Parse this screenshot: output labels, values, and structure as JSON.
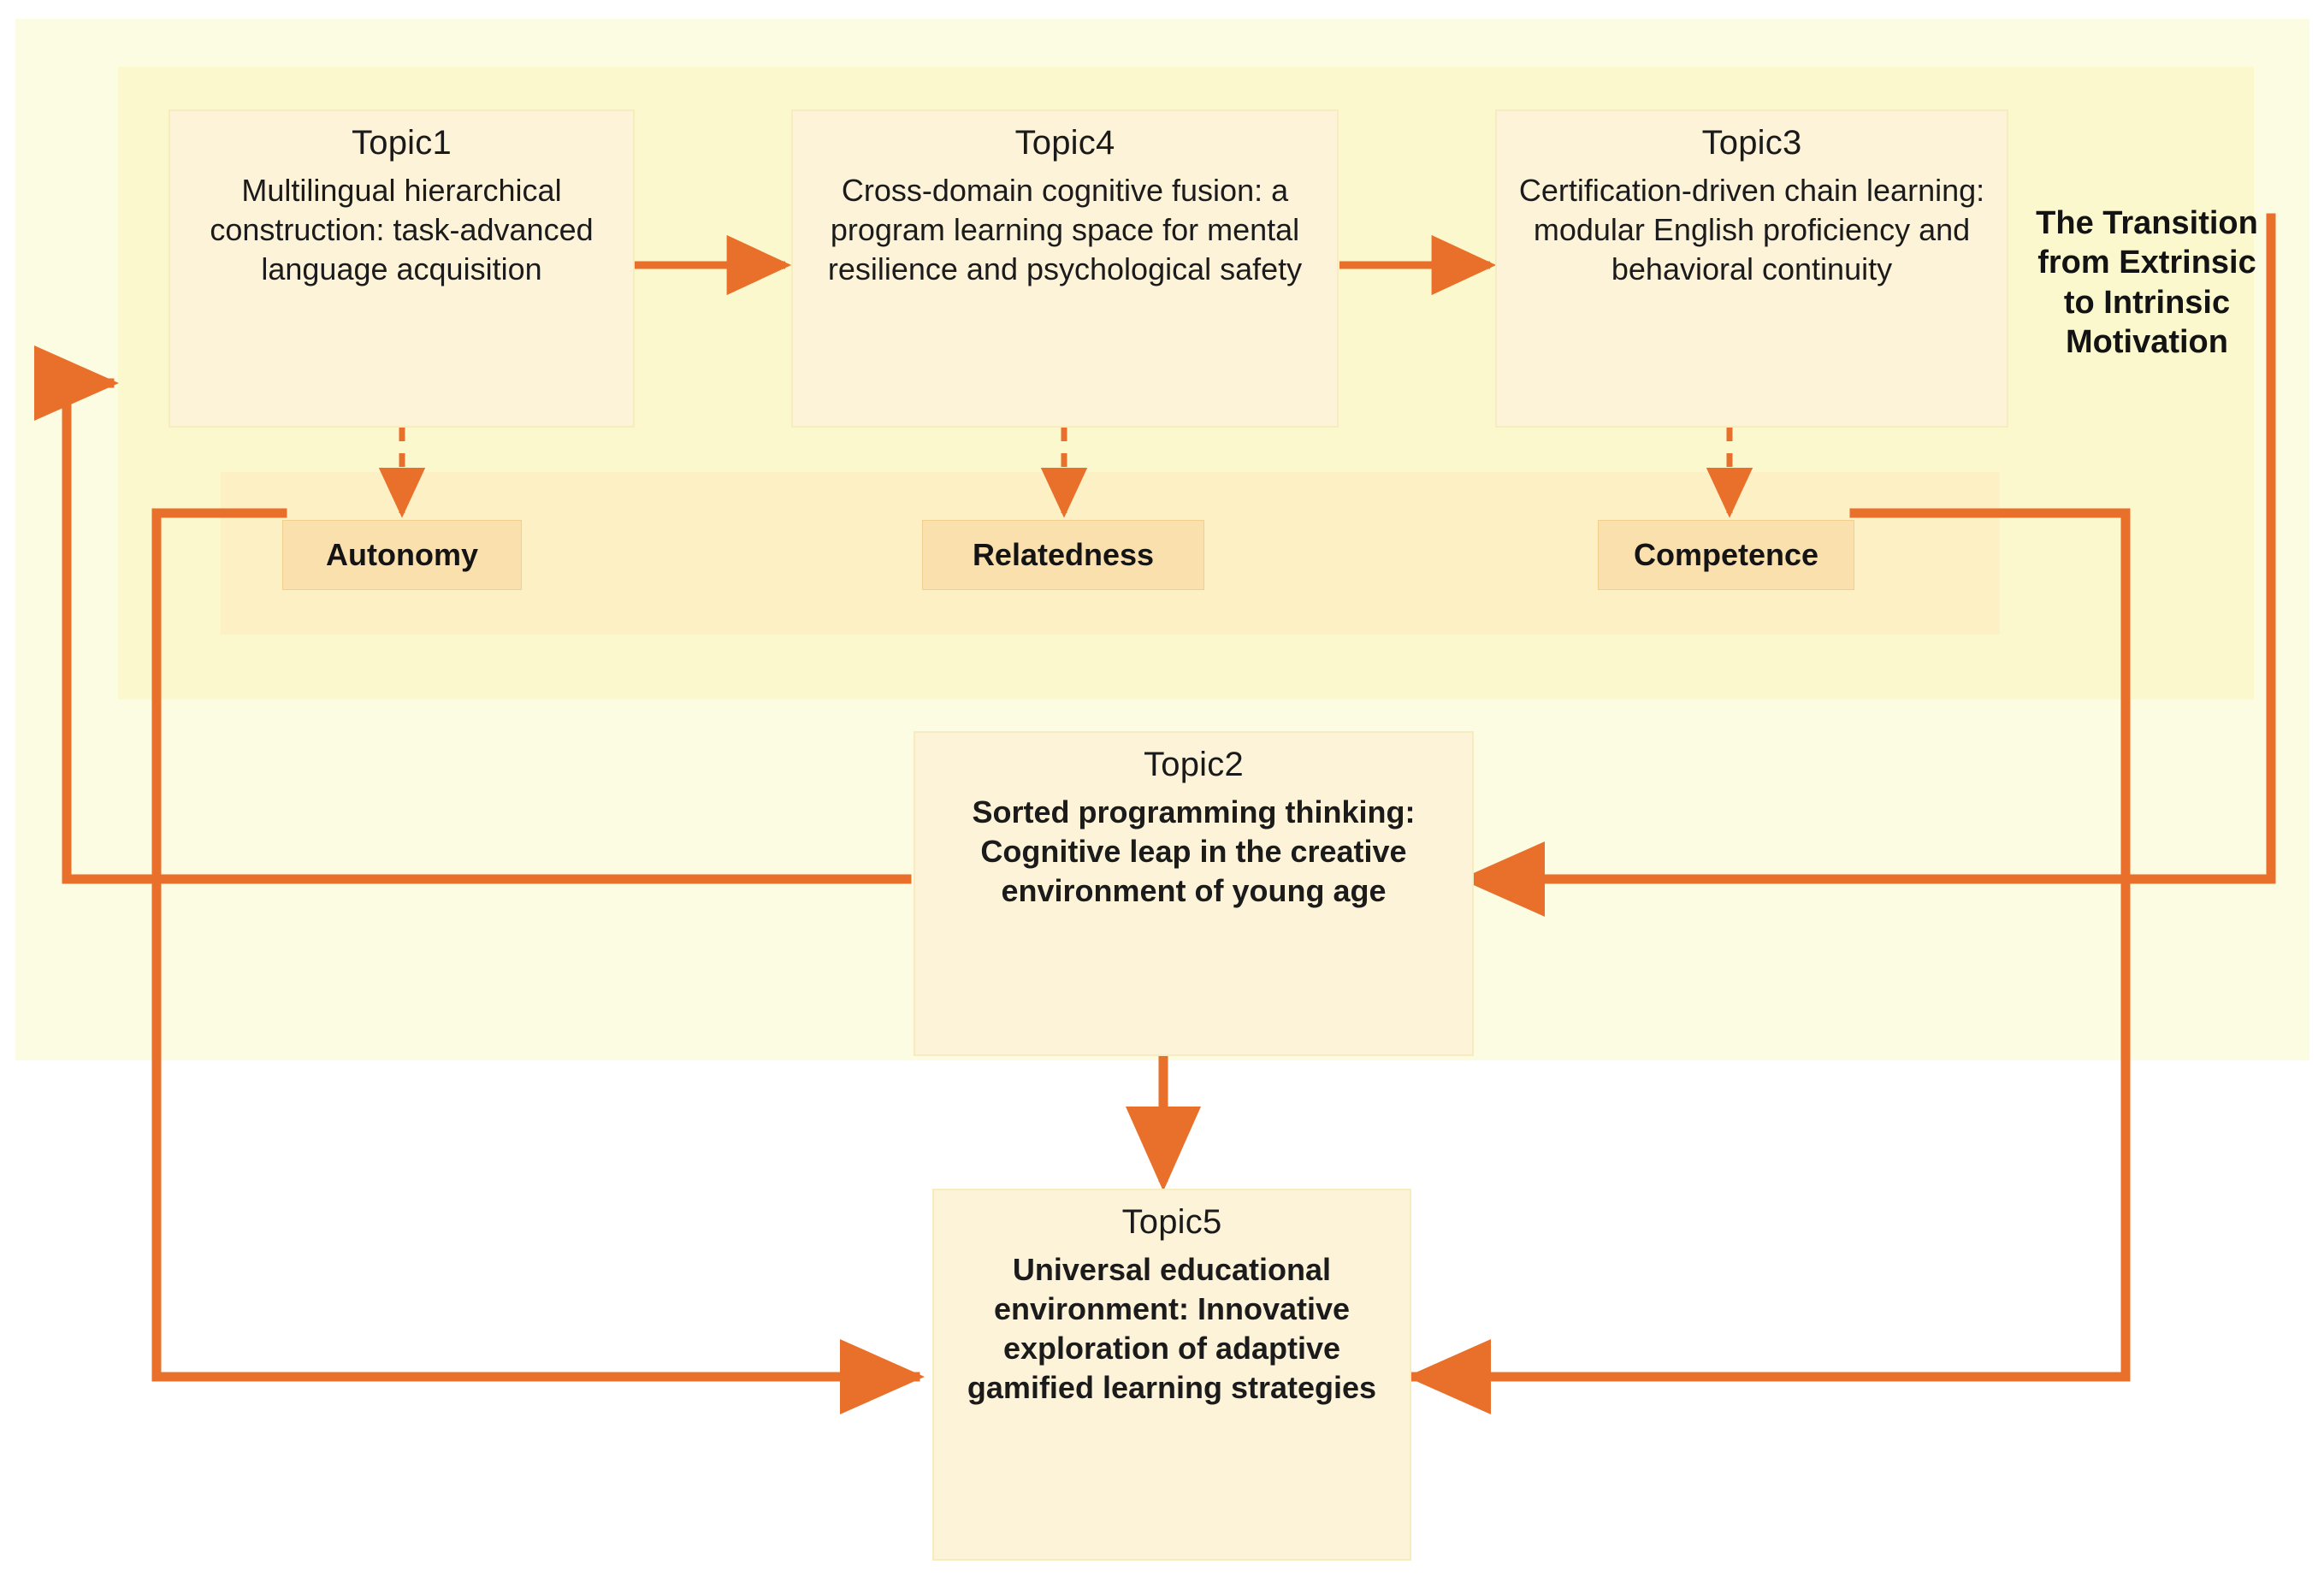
{
  "diagram": {
    "title_label": "The Transition from Extrinsic to Intrinsic Motivation",
    "accent_color": "#e8702a",
    "panel_outer_color": "#fcfce2",
    "panel_inner_color": "#fbf8ce",
    "panel_needs_color": "#fcf0c4",
    "node_fill_color": "#fdf3d8",
    "need_fill_color": "#fae0ad"
  },
  "nodes": {
    "topic1": {
      "title": "Topic1",
      "body": "Multilingual hierarchical construction: task-advanced language acquisition"
    },
    "topic4": {
      "title": "Topic4",
      "body": "Cross-domain cognitive fusion: a program learning space for mental resilience and psychological safety"
    },
    "topic3": {
      "title": "Topic3",
      "body": "Certification-driven chain learning: modular English proficiency and behavioral continuity"
    },
    "topic2": {
      "title": "Topic2",
      "body": "Sorted programming thinking: Cognitive leap in the creative environment of young age"
    },
    "topic5": {
      "title": "Topic5",
      "body": "Universal educational environment: Innovative exploration of adaptive gamified learning strategies"
    }
  },
  "needs": [
    {
      "label": "Autonomy"
    },
    {
      "label": "Relatedness"
    },
    {
      "label": "Competence"
    }
  ],
  "edges": [
    {
      "from": "topic1",
      "to": "topic4",
      "style": "solid",
      "direction": "right"
    },
    {
      "from": "topic4",
      "to": "topic3",
      "style": "solid",
      "direction": "right"
    },
    {
      "from": "topic1",
      "to": "autonomy",
      "style": "dashed",
      "direction": "down"
    },
    {
      "from": "topic4",
      "to": "relatedness",
      "style": "dashed",
      "direction": "down"
    },
    {
      "from": "topic3",
      "to": "competence",
      "style": "dashed",
      "direction": "down"
    },
    {
      "from": "topic3",
      "to": "topic2",
      "style": "solid",
      "direction": "left"
    },
    {
      "from": "topic2",
      "to": "topic1",
      "style": "solid",
      "direction": "up"
    },
    {
      "from": "topic2",
      "to": "topic5",
      "style": "solid",
      "direction": "down"
    },
    {
      "from": "autonomy",
      "to": "topic5",
      "style": "solid",
      "direction": "down"
    },
    {
      "from": "competence",
      "to": "topic5",
      "style": "solid",
      "direction": "down"
    }
  ]
}
